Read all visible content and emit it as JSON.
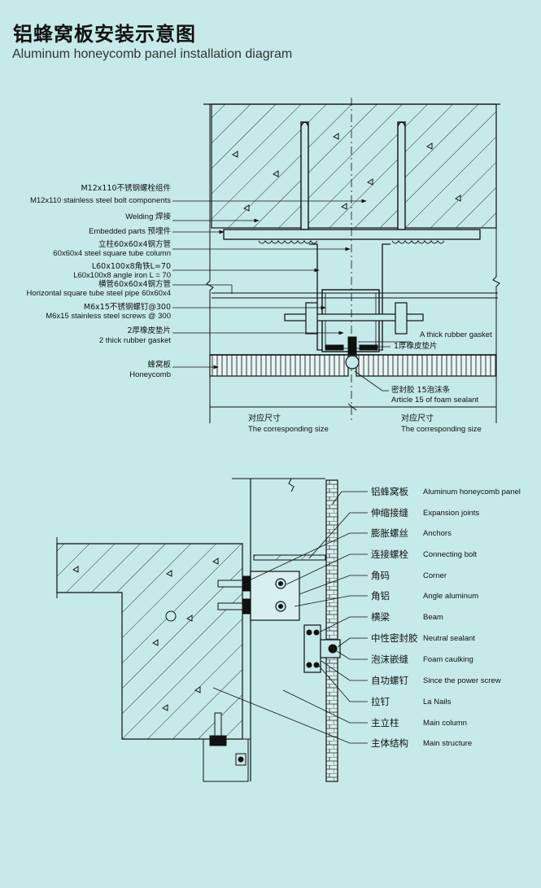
{
  "title": {
    "cn": "铝蜂窝板安装示意图",
    "en": "Aluminum honeycomb panel installation diagram"
  },
  "top_labels": [
    {
      "cn": "M12x110不锈钢螺栓组件",
      "en": "M12x110 stainless steel bolt components"
    },
    {
      "single": "Welding 焊接"
    },
    {
      "single": "Embedded parts  预埋件"
    },
    {
      "cn": "立柱60x60x4钢方管",
      "en": "60x60x4 steel square tube column"
    },
    {
      "cn": "L60x100x8角铁L=70",
      "en": "L60x100x8 angle iron L = 70"
    },
    {
      "cn": "横管60x60x4钢方管",
      "en": "Horizontal square tube steel pipe 60x60x4"
    },
    {
      "cn": "M6x15不锈钢螺钉@300",
      "en": "M6x15 stainless steel screws @ 300"
    },
    {
      "cn": "2厚橡皮垫片",
      "en": "2 thick rubber gasket"
    },
    {
      "cn": "蜂窝板",
      "en": "Honeycomb"
    }
  ],
  "right_top_labels": {
    "gasket_en": "A thick rubber gasket",
    "gasket_cn": "1厚橡皮垫片"
  },
  "sealant": {
    "cn": "密封胶  15泡沫条",
    "en": "Article 15 of foam sealant"
  },
  "dims": [
    {
      "cn": "对应尺寸",
      "en": "The corresponding size"
    },
    {
      "cn": "对应尺寸",
      "en": "The corresponding size"
    }
  ],
  "bottom_labels": [
    {
      "cn": "铝蜂窝板",
      "en": "Aluminum honeycomb panel"
    },
    {
      "cn": "伸缩接缝",
      "en": "Expansion joints"
    },
    {
      "cn": "膨胀螺丝",
      "en": "Anchors"
    },
    {
      "cn": "连接螺栓",
      "en": "Connecting bolt"
    },
    {
      "cn": "角码",
      "en": "Corner"
    },
    {
      "cn": "角铝",
      "en": "Angle aluminum"
    },
    {
      "cn": "横梁",
      "en": "Beam"
    },
    {
      "cn": "中性密封胶",
      "en": "Neutral sealant"
    },
    {
      "cn": "泡沫嵌缝",
      "en": "Foam caulking"
    },
    {
      "cn": "自功螺钉",
      "en": "Since the power screw"
    },
    {
      "cn": "拉钉",
      "en": "La Nails"
    },
    {
      "cn": "主立柱",
      "en": "Main column"
    },
    {
      "cn": "主体结构",
      "en": "Main structure"
    }
  ]
}
